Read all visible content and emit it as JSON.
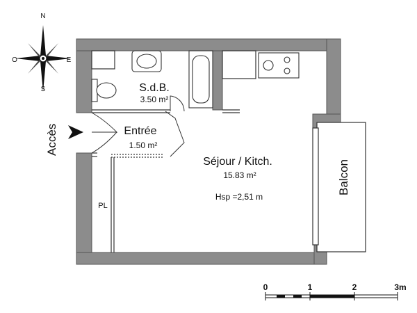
{
  "compass": {
    "north": "N",
    "south": "S",
    "east": "E",
    "west": "O"
  },
  "rooms": {
    "bathroom": {
      "name": "S.d.B.",
      "area": "3.50 m²"
    },
    "entry": {
      "name": "Entrée",
      "area": "1.50 m²"
    },
    "living": {
      "name": "Séjour / Kitch.",
      "area": "15.83 m²",
      "height": "Hsp =2,51 m"
    },
    "closet": {
      "name": "PL"
    },
    "balcony": {
      "name": "Balcon"
    }
  },
  "access": {
    "label": "Accès"
  },
  "scale": {
    "ticks": [
      "0",
      "1",
      "2",
      "3m"
    ]
  },
  "colors": {
    "wall": "#8c8c8c",
    "wall_stroke": "#555555",
    "line": "#333333"
  }
}
